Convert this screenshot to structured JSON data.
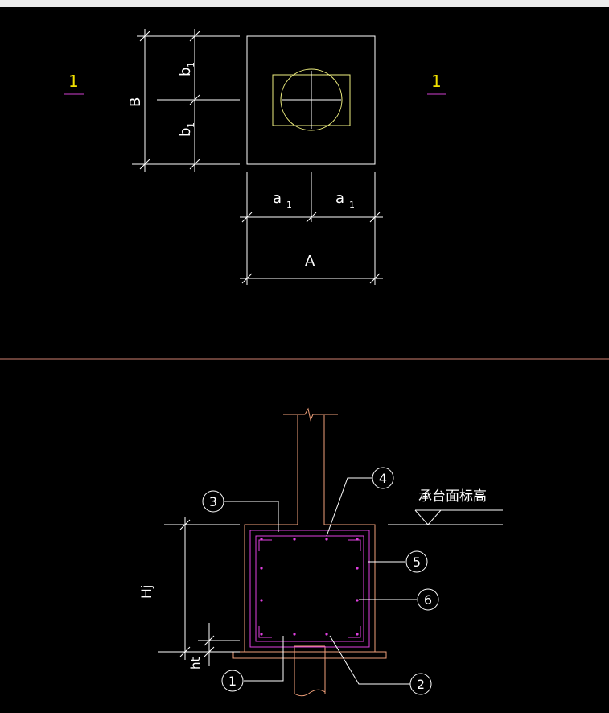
{
  "plan": {
    "section_mark_left": "1",
    "section_mark_right": "1",
    "dim_B": "B",
    "dim_b1_top": "b",
    "dim_b1_bottom": "b",
    "dim_b1_sub": "1",
    "dim_a1_left": "a",
    "dim_a1_right": "a",
    "dim_a1_sub": "1",
    "dim_A": "A"
  },
  "section": {
    "label_elevation": "承台面标高",
    "dim_Hj": "Hj",
    "dim_ht": "ht",
    "callouts": [
      "1",
      "2",
      "3",
      "4",
      "5",
      "6"
    ]
  },
  "colors": {
    "background": "#000000",
    "white_line": "#ffffff",
    "outline_orange": "#f0a07a",
    "rebar_magenta": "#e040e0",
    "highlight_yellow": "#f0f080",
    "mark_yellow": "#f0e000",
    "underline_magenta": "#d040d0",
    "divider": "#d08070"
  }
}
